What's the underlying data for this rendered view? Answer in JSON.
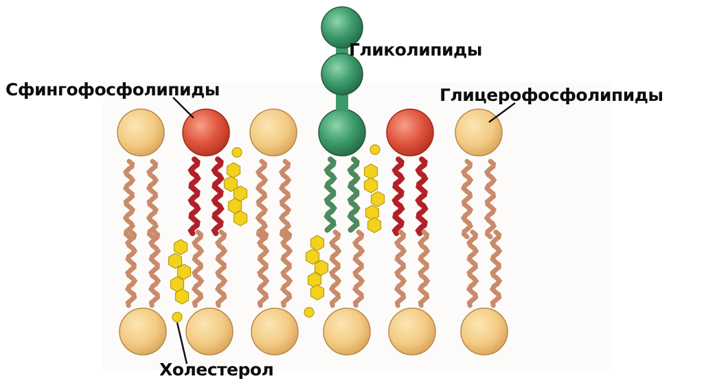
{
  "labels": {
    "sphingophospholipids": "Сфингофосфолипиды",
    "glycolipids": "Гликолипиды",
    "glycerophospholipids": "Глицерофосфолипиды",
    "cholesterol": "Холестерол"
  },
  "colors": {
    "phosphate_head": "#f3cb83",
    "sphingo_head": "#e0553f",
    "glyco_head": "#3c9a6a",
    "lipid_tail": "#c98b6a",
    "sphingo_tail": "#b2202a",
    "glyco_tail": "#4d8a5e",
    "cholesterol_ring": "#f3d21d",
    "leader_line": "#111111"
  }
}
